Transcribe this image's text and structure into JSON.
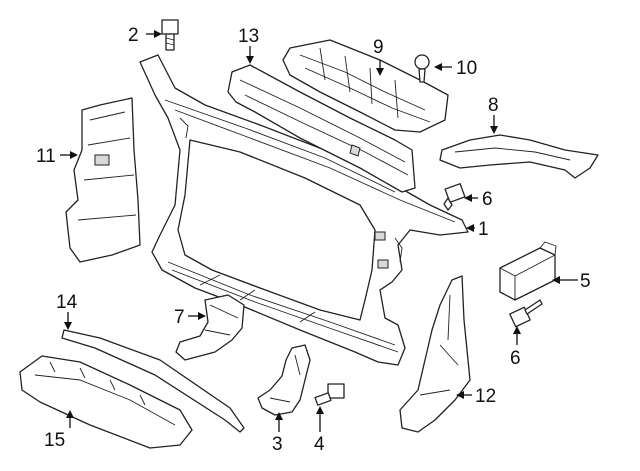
{
  "callouts": [
    {
      "id": "c1",
      "label": "1"
    },
    {
      "id": "c2",
      "label": "2"
    },
    {
      "id": "c3",
      "label": "3"
    },
    {
      "id": "c4",
      "label": "4"
    },
    {
      "id": "c5",
      "label": "5"
    },
    {
      "id": "c6a",
      "label": "6"
    },
    {
      "id": "c6b",
      "label": "6"
    },
    {
      "id": "c7",
      "label": "7"
    },
    {
      "id": "c8",
      "label": "8"
    },
    {
      "id": "c9",
      "label": "9"
    },
    {
      "id": "c10",
      "label": "10"
    },
    {
      "id": "c11",
      "label": "11"
    },
    {
      "id": "c12",
      "label": "12"
    },
    {
      "id": "c13",
      "label": "13"
    },
    {
      "id": "c14",
      "label": "14"
    },
    {
      "id": "c15",
      "label": "15"
    }
  ],
  "colors": {
    "line": "#222222",
    "background": "#ffffff",
    "shade": "#d9d9d9"
  }
}
